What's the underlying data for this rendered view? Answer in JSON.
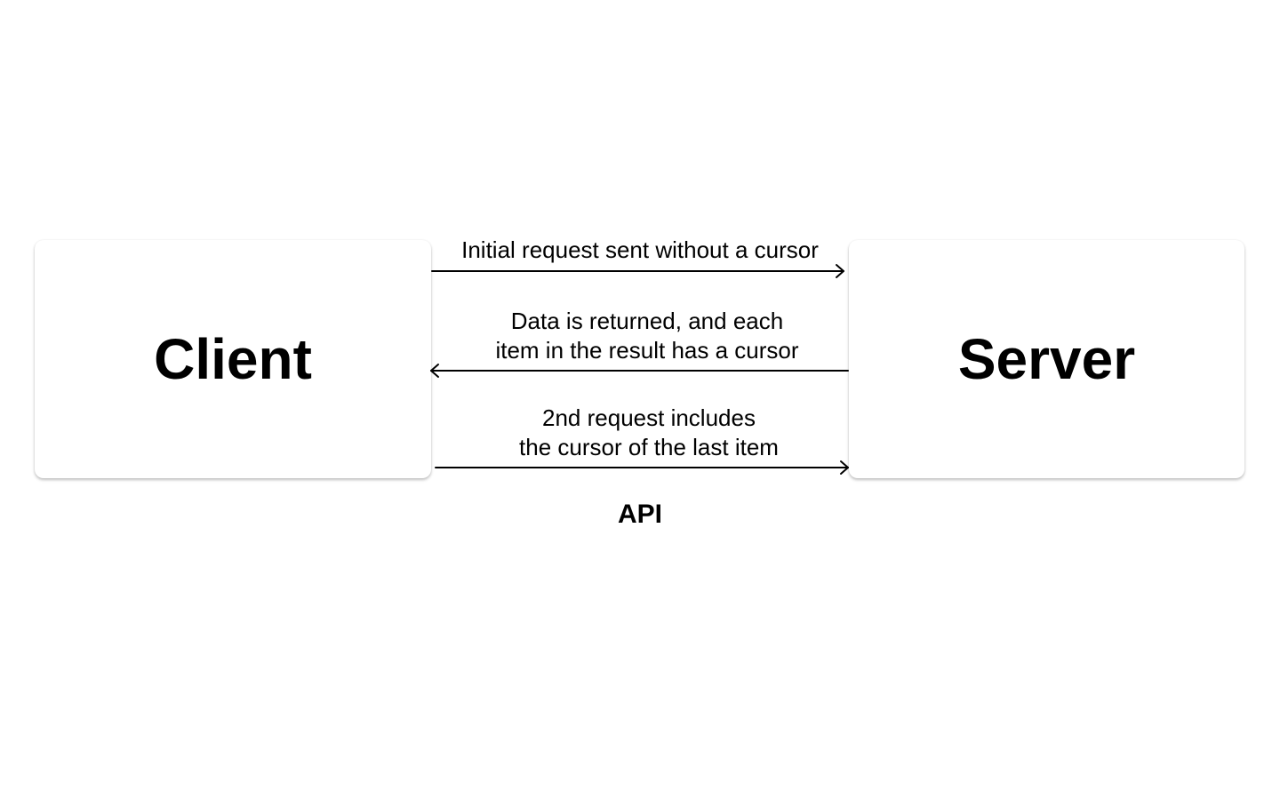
{
  "diagram": {
    "client": {
      "label": "Client"
    },
    "server": {
      "label": "Server"
    },
    "messages": [
      {
        "lines": [
          "Initial request sent without a cursor"
        ],
        "direction": "client-to-server"
      },
      {
        "lines": [
          "Data is returned, and each",
          "item in the result has a cursor"
        ],
        "direction": "server-to-client"
      },
      {
        "lines": [
          "2nd  request includes",
          "the cursor of the last item"
        ],
        "direction": "client-to-server"
      }
    ],
    "api_label": "API"
  }
}
